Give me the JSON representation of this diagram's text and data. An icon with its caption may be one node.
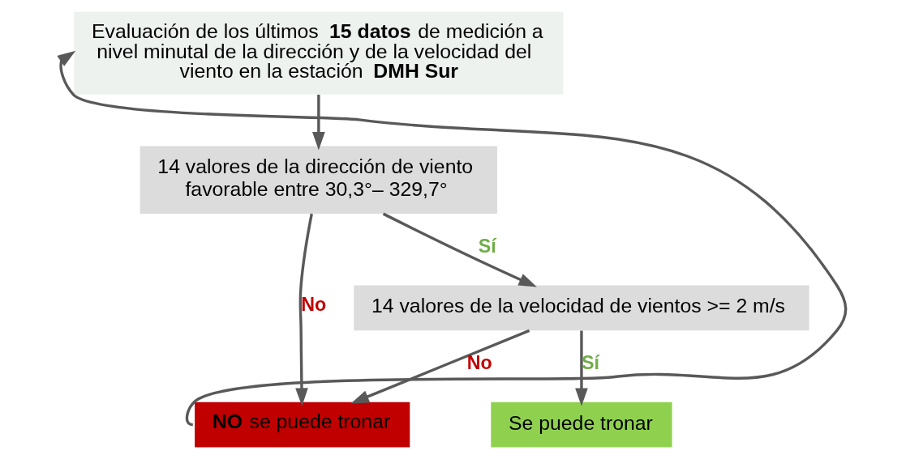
{
  "diagram": {
    "nodes": [
      {
        "text": [
          "Evaluación de los últimos **15 datos** de medición a nivel minutal de la dirección y de la velocidad del viento en la estación **DMH Sur**"
        ]
      },
      {
        "text": [
          "14 valores de la dirección de viento favorable entre 30,3°– 329,7°"
        ]
      },
      {
        "text": [
          "14 valores de la velocidad de vientos >= 2 m/s"
        ]
      },
      {
        "text": [
          "**NO** se puede tronar"
        ]
      },
      {
        "text": [
          "Se puede tronar"
        ]
      }
    ],
    "edges": [
      {
        "from": 0,
        "to": 1,
        "arrow": "to"
      },
      {
        "from": 1,
        "to": 2,
        "arrow": "to",
        "label": "Sí"
      },
      {
        "from": 2,
        "to": 4,
        "arrow": "to",
        "label": "Sí"
      },
      {
        "from": 1,
        "to": 3,
        "arrow": "to",
        "label": "No"
      },
      {
        "from": 2,
        "to": 3,
        "arrow": "to",
        "label": "No"
      },
      {
        "from": 3,
        "to": 0,
        "arrow": "to"
      }
    ]
  }
}
